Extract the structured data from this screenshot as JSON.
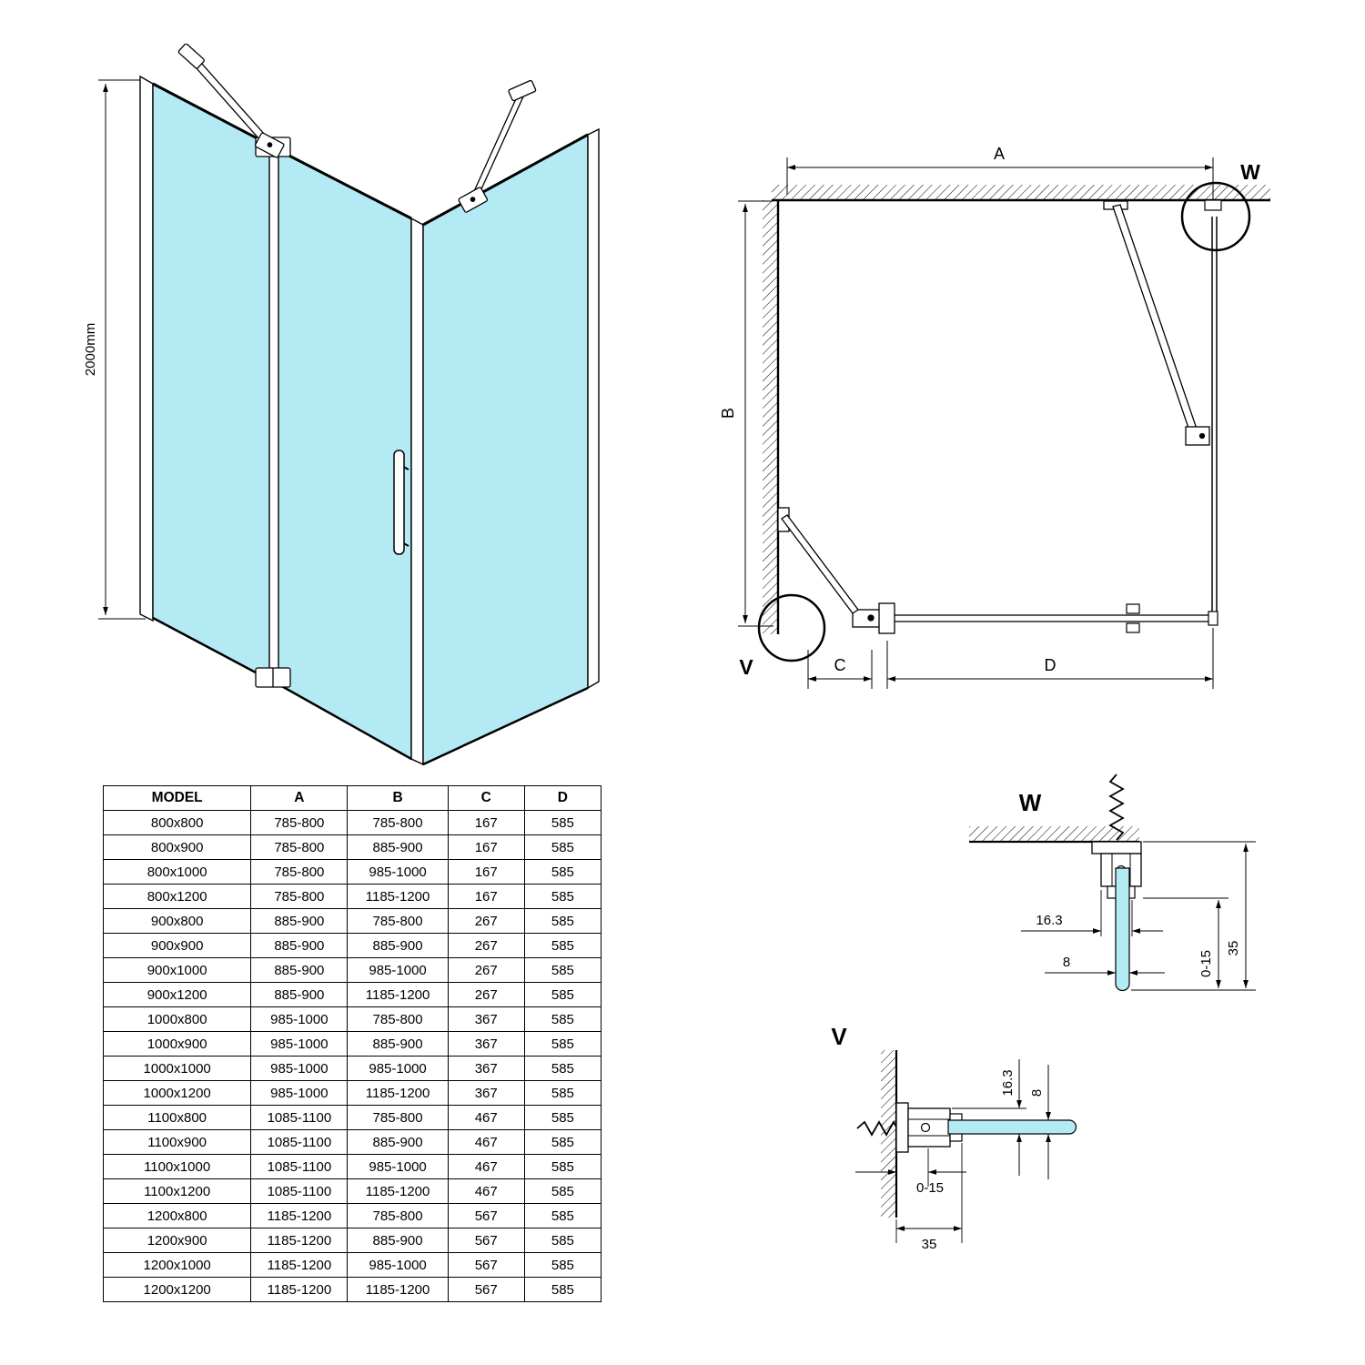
{
  "colors": {
    "glass": "#b4eaf4",
    "line": "#000000",
    "background": "#ffffff"
  },
  "perspective_view": {
    "height_dimension": "2000mm"
  },
  "top_view": {
    "dim_a_label": "A",
    "dim_b_label": "B",
    "dim_c_label": "C",
    "dim_d_label": "D",
    "detail_w_label": "W",
    "detail_v_label": "V"
  },
  "table": {
    "headers": [
      "MODEL",
      "A",
      "B",
      "C",
      "D"
    ],
    "rows": [
      [
        "800x800",
        "785-800",
        "785-800",
        "167",
        "585"
      ],
      [
        "800x900",
        "785-800",
        "885-900",
        "167",
        "585"
      ],
      [
        "800x1000",
        "785-800",
        "985-1000",
        "167",
        "585"
      ],
      [
        "800x1200",
        "785-800",
        "1185-1200",
        "167",
        "585"
      ],
      [
        "900x800",
        "885-900",
        "785-800",
        "267",
        "585"
      ],
      [
        "900x900",
        "885-900",
        "885-900",
        "267",
        "585"
      ],
      [
        "900x1000",
        "885-900",
        "985-1000",
        "267",
        "585"
      ],
      [
        "900x1200",
        "885-900",
        "1185-1200",
        "267",
        "585"
      ],
      [
        "1000x800",
        "985-1000",
        "785-800",
        "367",
        "585"
      ],
      [
        "1000x900",
        "985-1000",
        "885-900",
        "367",
        "585"
      ],
      [
        "1000x1000",
        "985-1000",
        "985-1000",
        "367",
        "585"
      ],
      [
        "1000x1200",
        "985-1000",
        "1185-1200",
        "367",
        "585"
      ],
      [
        "1100x800",
        "1085-1100",
        "785-800",
        "467",
        "585"
      ],
      [
        "1100x900",
        "1085-1100",
        "885-900",
        "467",
        "585"
      ],
      [
        "1100x1000",
        "1085-1100",
        "985-1000",
        "467",
        "585"
      ],
      [
        "1100x1200",
        "1085-1100",
        "1185-1200",
        "467",
        "585"
      ],
      [
        "1200x800",
        "1185-1200",
        "785-800",
        "567",
        "585"
      ],
      [
        "1200x900",
        "1185-1200",
        "885-900",
        "567",
        "585"
      ],
      [
        "1200x1000",
        "1185-1200",
        "985-1000",
        "567",
        "585"
      ],
      [
        "1200x1200",
        "1185-1200",
        "1185-1200",
        "567",
        "585"
      ]
    ]
  },
  "detail_w": {
    "title": "W",
    "dim_profile_width": "16.3",
    "dim_glass_thickness": "8",
    "dim_adjustment": "0-15",
    "dim_total": "35"
  },
  "detail_v": {
    "title": "V",
    "dim_profile_width": "16.3",
    "dim_glass_thickness": "8",
    "dim_adjustment": "0-15",
    "dim_total": "35"
  }
}
